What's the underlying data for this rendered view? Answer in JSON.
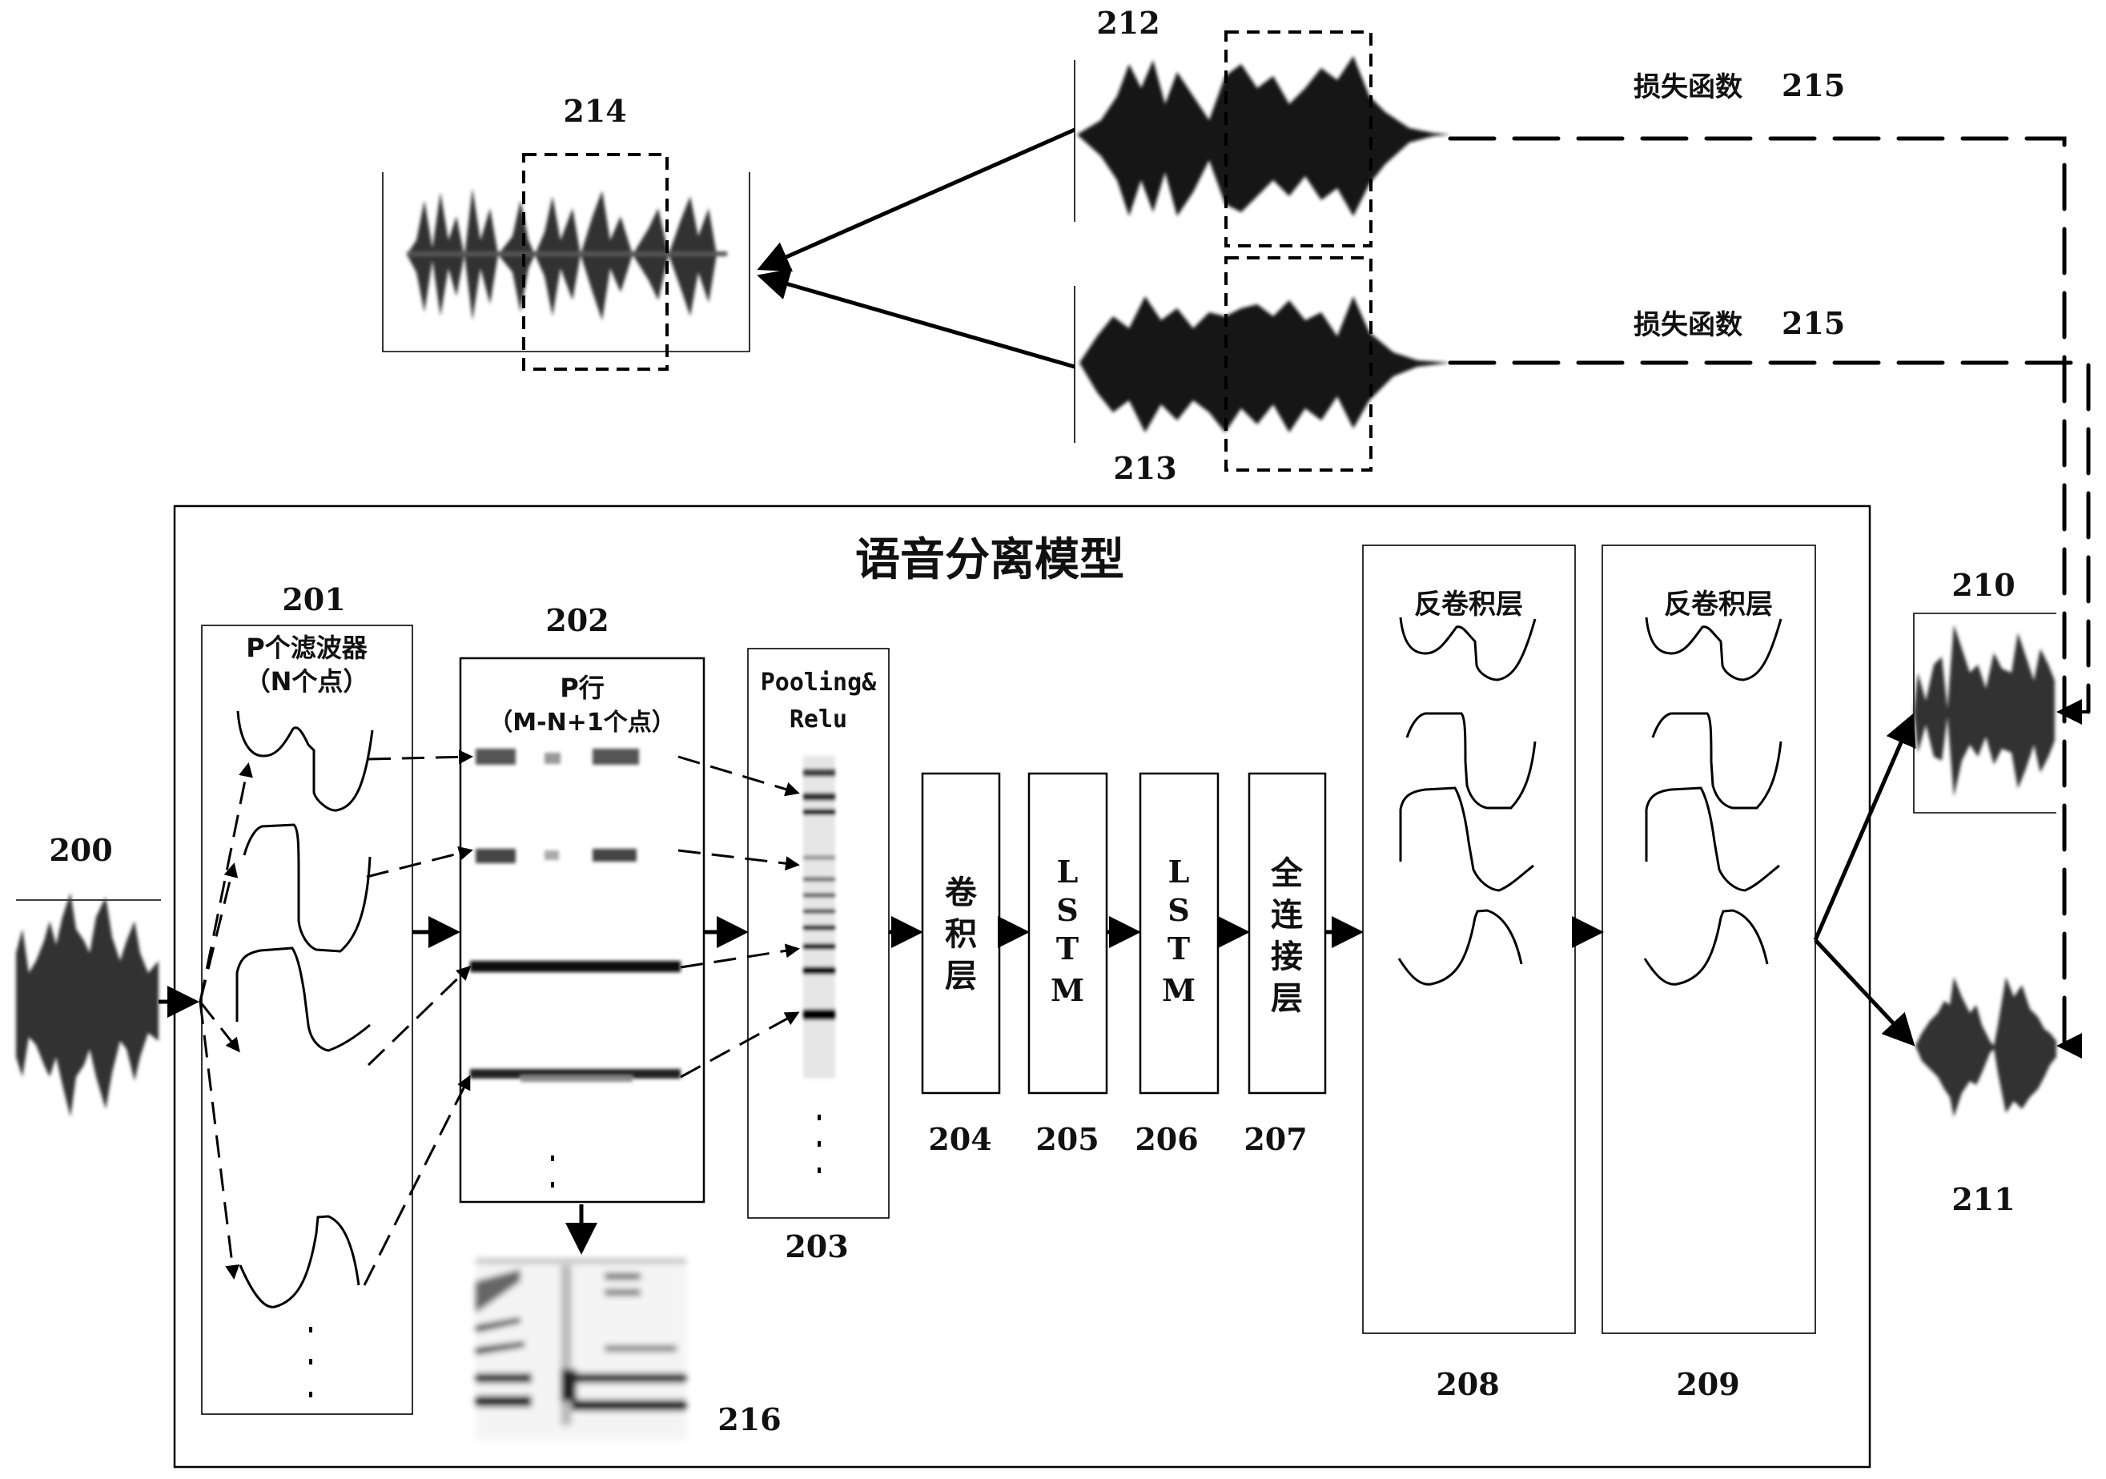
{
  "title": "语音分离模型",
  "input": {
    "ref": "200",
    "icon": "waveform-icon"
  },
  "filters": {
    "ref": "201",
    "line1": "P个滤波器",
    "line2": "（N个点）",
    "ellipsis": "·\n·\n·"
  },
  "rows": {
    "ref": "202",
    "line1": "P行",
    "line2": "（M-N+1个点）"
  },
  "pooling": {
    "ref": "203",
    "line1": "Pooling&",
    "line2": "Relu"
  },
  "layers": [
    {
      "ref": "204",
      "chars": [
        "卷",
        "积",
        "层"
      ]
    },
    {
      "ref": "205",
      "chars": [
        "L",
        "S",
        "T",
        "M"
      ]
    },
    {
      "ref": "206",
      "chars": [
        "L",
        "S",
        "T",
        "M"
      ]
    },
    {
      "ref": "207",
      "chars": [
        "全",
        "连",
        "接",
        "层"
      ]
    }
  ],
  "deconv": [
    {
      "ref": "208",
      "title": "反卷积层"
    },
    {
      "ref": "209",
      "title": "反卷积层"
    }
  ],
  "outputs": [
    {
      "ref": "210",
      "icon": "waveform-icon"
    },
    {
      "ref": "211",
      "icon": "waveform-icon"
    }
  ],
  "targets": [
    {
      "ref": "212",
      "icon": "waveform-icon"
    },
    {
      "ref": "213",
      "icon": "waveform-icon"
    }
  ],
  "mixture": {
    "ref": "214",
    "icon": "waveform-icon"
  },
  "loss": [
    {
      "label": "损失函数",
      "ref": "215"
    },
    {
      "label": "损失函数",
      "ref": "215"
    }
  ],
  "spectrogram": {
    "ref": "216",
    "icon": "spectrogram-icon"
  }
}
